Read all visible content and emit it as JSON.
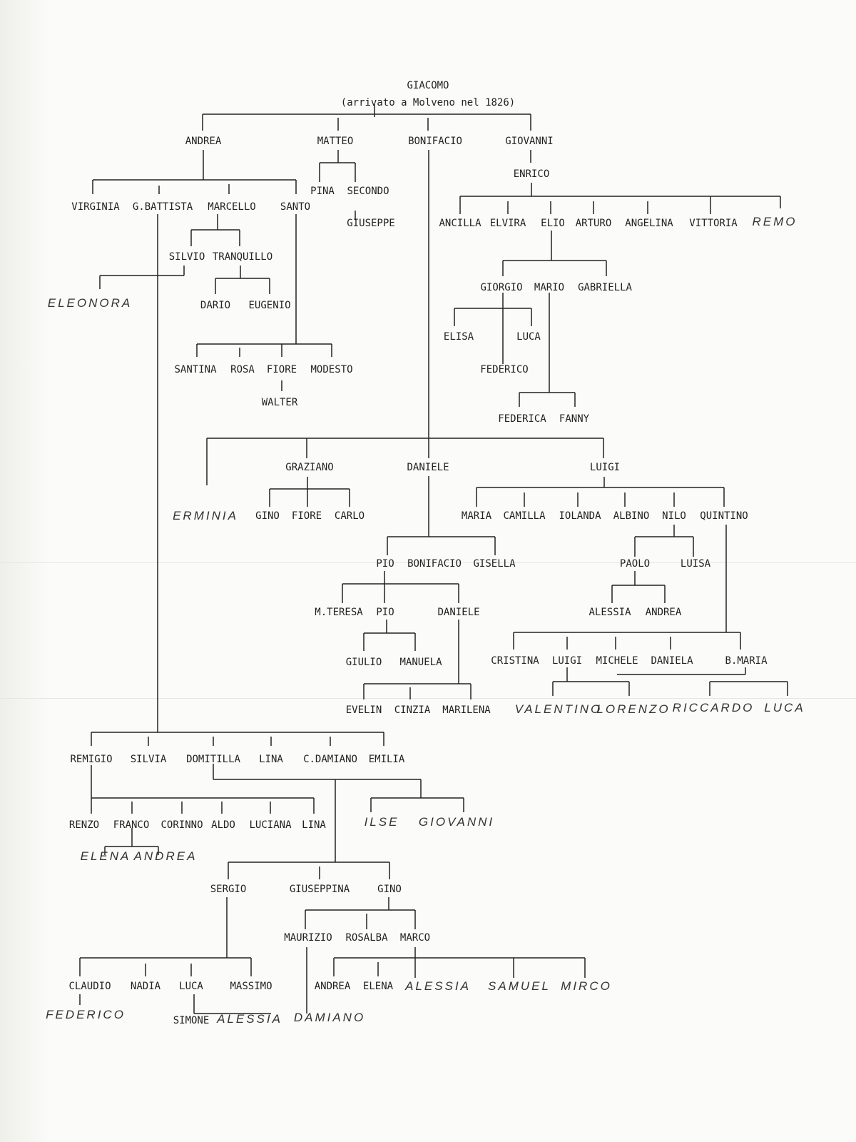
{
  "title": {
    "name": "GIACOMO",
    "note": "(arrivato a Molveno nel 1826)"
  },
  "people": [
    {
      "id": "andrea",
      "name": "ANDREA"
    },
    {
      "id": "matteo",
      "name": "MATTEO"
    },
    {
      "id": "bonifacio",
      "name": "BONIFACIO"
    },
    {
      "id": "giovanni",
      "name": "GIOVANNI"
    },
    {
      "id": "enrico",
      "name": "ENRICO"
    },
    {
      "id": "virginia",
      "name": "VIRGINIA"
    },
    {
      "id": "gbattista",
      "name": "G.BATTISTA"
    },
    {
      "id": "marcello",
      "name": "MARCELLO"
    },
    {
      "id": "santo",
      "name": "SANTO"
    },
    {
      "id": "pina",
      "name": "PINA"
    },
    {
      "id": "secondo",
      "name": "SECONDO"
    },
    {
      "id": "giuseppe",
      "name": "GIUSEPPE"
    },
    {
      "id": "ancilla",
      "name": "ANCILLA"
    },
    {
      "id": "elvira",
      "name": "ELVIRA"
    },
    {
      "id": "elio",
      "name": "ELIO"
    },
    {
      "id": "arturo",
      "name": "ARTURO"
    },
    {
      "id": "angelina",
      "name": "ANGELINA"
    },
    {
      "id": "vittoria",
      "name": "VITTORIA"
    },
    {
      "id": "remo",
      "name": "REMO",
      "hand": true
    },
    {
      "id": "silvio",
      "name": "SILVIO"
    },
    {
      "id": "tranquillo",
      "name": "TRANQUILLO"
    },
    {
      "id": "eleonora",
      "name": "ELEONORA",
      "hand": true
    },
    {
      "id": "dario",
      "name": "DARIO"
    },
    {
      "id": "eugenio",
      "name": "EUGENIO"
    },
    {
      "id": "giorgio",
      "name": "GIORGIO"
    },
    {
      "id": "mario",
      "name": "MARIO"
    },
    {
      "id": "gabriella",
      "name": "GABRIELLA"
    },
    {
      "id": "elisa",
      "name": "ELISA"
    },
    {
      "id": "luca1",
      "name": "LUCA"
    },
    {
      "id": "federico1",
      "name": "FEDERICO"
    },
    {
      "id": "santina",
      "name": "SANTINA"
    },
    {
      "id": "rosa",
      "name": "ROSA"
    },
    {
      "id": "fiore1",
      "name": "FIORE"
    },
    {
      "id": "modesto",
      "name": "MODESTO"
    },
    {
      "id": "walter",
      "name": "WALTER"
    },
    {
      "id": "federica",
      "name": "FEDERICA"
    },
    {
      "id": "fanny",
      "name": "FANNY"
    },
    {
      "id": "graziano",
      "name": "GRAZIANO"
    },
    {
      "id": "daniele1",
      "name": "DANIELE"
    },
    {
      "id": "luigi1",
      "name": "LUIGI"
    },
    {
      "id": "erminia",
      "name": "ERMINIA",
      "hand": true
    },
    {
      "id": "gino1",
      "name": "GINO"
    },
    {
      "id": "fiore2",
      "name": "FIORE"
    },
    {
      "id": "carlo",
      "name": "CARLO"
    },
    {
      "id": "maria",
      "name": "MARIA"
    },
    {
      "id": "camilla",
      "name": "CAMILLA"
    },
    {
      "id": "iolanda",
      "name": "IOLANDA"
    },
    {
      "id": "albino",
      "name": "ALBINO"
    },
    {
      "id": "nilo",
      "name": "NILO"
    },
    {
      "id": "quintino",
      "name": "QUINTINO"
    },
    {
      "id": "pio1",
      "name": "PIO"
    },
    {
      "id": "bonifacio2",
      "name": "BONIFACIO"
    },
    {
      "id": "gisella",
      "name": "GISELLA"
    },
    {
      "id": "paolo",
      "name": "PAOLO"
    },
    {
      "id": "luisa",
      "name": "LUISA"
    },
    {
      "id": "mteresa",
      "name": "M.TERESA"
    },
    {
      "id": "pio2",
      "name": "PIO"
    },
    {
      "id": "daniele2",
      "name": "DANIELE"
    },
    {
      "id": "alessia1",
      "name": "ALESSIA"
    },
    {
      "id": "andrea2",
      "name": "ANDREA"
    },
    {
      "id": "giulio",
      "name": "GIULIO"
    },
    {
      "id": "manuela",
      "name": "MANUELA"
    },
    {
      "id": "cristina",
      "name": "CRISTINA"
    },
    {
      "id": "luigi2",
      "name": "LUIGI"
    },
    {
      "id": "michele",
      "name": "MICHELE"
    },
    {
      "id": "daniela",
      "name": "DANIELA"
    },
    {
      "id": "bmaria",
      "name": "B.MARIA"
    },
    {
      "id": "evelin",
      "name": "EVELIN"
    },
    {
      "id": "cinzia",
      "name": "CINZIA"
    },
    {
      "id": "marilena",
      "name": "MARILENA"
    },
    {
      "id": "valentino",
      "name": "VALENTINO",
      "hand": true
    },
    {
      "id": "lorenzo",
      "name": "LORENZO",
      "hand": true
    },
    {
      "id": "riccardo",
      "name": "RICCARDO",
      "hand": true
    },
    {
      "id": "luca2",
      "name": "LUCA",
      "hand": true
    },
    {
      "id": "remigio",
      "name": "REMIGIO"
    },
    {
      "id": "silvia",
      "name": "SILVIA"
    },
    {
      "id": "domitilla",
      "name": "DOMITILLA"
    },
    {
      "id": "lina1",
      "name": "LINA"
    },
    {
      "id": "cdamiano",
      "name": "C.DAMIANO"
    },
    {
      "id": "emilia",
      "name": "EMILIA"
    },
    {
      "id": "renzo",
      "name": "RENZO"
    },
    {
      "id": "franco",
      "name": "FRANCO"
    },
    {
      "id": "corinno",
      "name": "CORINNO"
    },
    {
      "id": "aldo",
      "name": "ALDO"
    },
    {
      "id": "luciana",
      "name": "LUCIANA"
    },
    {
      "id": "lina2",
      "name": "LINA"
    },
    {
      "id": "ilse",
      "name": "ILSE",
      "hand": true
    },
    {
      "id": "giovanni2",
      "name": "GIOVANNI",
      "hand": true
    },
    {
      "id": "elena1",
      "name": "ELENA",
      "hand": true
    },
    {
      "id": "andrea3",
      "name": "ANDREA",
      "hand": true
    },
    {
      "id": "sergio",
      "name": "SERGIO"
    },
    {
      "id": "giuseppina",
      "name": "GIUSEPPINA"
    },
    {
      "id": "gino2",
      "name": "GINO"
    },
    {
      "id": "maurizio",
      "name": "MAURIZIO"
    },
    {
      "id": "rosalba",
      "name": "ROSALBA"
    },
    {
      "id": "marco",
      "name": "MARCO"
    },
    {
      "id": "claudio",
      "name": "CLAUDIO"
    },
    {
      "id": "nadia",
      "name": "NADIA"
    },
    {
      "id": "luca3",
      "name": "LUCA"
    },
    {
      "id": "massimo",
      "name": "MASSIMO"
    },
    {
      "id": "andrea4",
      "name": "ANDREA"
    },
    {
      "id": "elena2",
      "name": "ELENA"
    },
    {
      "id": "alessia2",
      "name": "ALESSIA",
      "hand": true
    },
    {
      "id": "samuel",
      "name": "SAMUEL",
      "hand": true
    },
    {
      "id": "mirco",
      "name": "MIRCO",
      "hand": true
    },
    {
      "id": "federico2",
      "name": "FEDERICO",
      "hand": true
    },
    {
      "id": "simone",
      "name": "SIMONE"
    },
    {
      "id": "alessia3",
      "name": "ALESSIA",
      "hand": true
    },
    {
      "id": "damiano",
      "name": "DAMIANO",
      "hand": true
    }
  ]
}
